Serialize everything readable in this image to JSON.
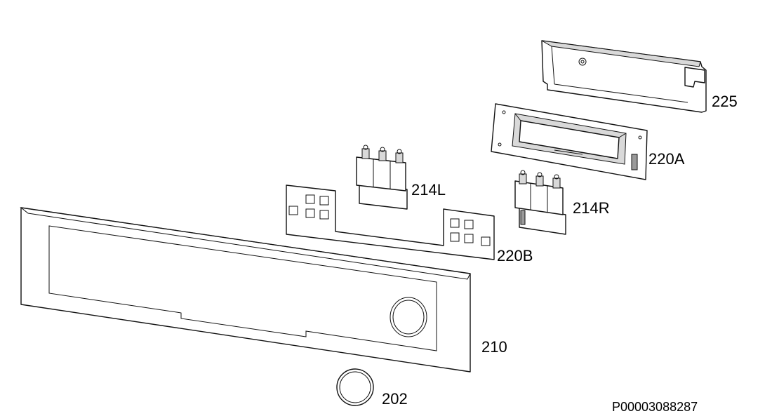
{
  "labels": {
    "p225": "225",
    "p220A": "220A",
    "p214L": "214L",
    "p214R": "214R",
    "p220B": "220B",
    "p210": "210",
    "p202": "202"
  },
  "drawing_code": "P00003088287"
}
